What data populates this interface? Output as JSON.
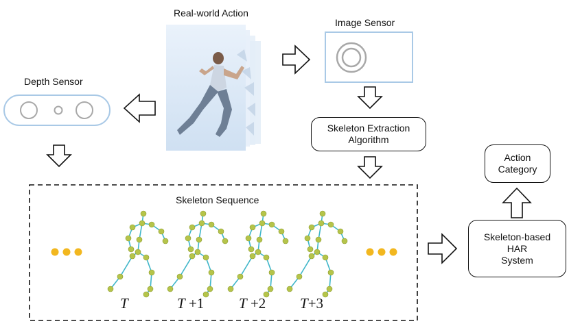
{
  "labels": {
    "real_world_action": "Real-world Action",
    "image_sensor": "Image Sensor",
    "depth_sensor": "Depth Sensor",
    "skeleton_sequence": "Skeleton Sequence"
  },
  "boxes": {
    "skeleton_extraction": [
      "Skeleton Extraction",
      "Algorithm"
    ],
    "action_category": [
      "Action",
      "Category"
    ],
    "har_system": [
      "Skeleton-based",
      "HAR",
      "System"
    ]
  },
  "frames": [
    {
      "t": "T",
      "suffix": ""
    },
    {
      "t": "T",
      "suffix": " +1"
    },
    {
      "t": "T",
      "suffix": " +2"
    },
    {
      "t": "T",
      "suffix": "+3"
    }
  ],
  "colors": {
    "sensor_blue": "#a9c9e6",
    "bone": "#3fb6c9",
    "joint": "#b5c44a",
    "dot": "#f2b71f",
    "line": "#111111"
  }
}
